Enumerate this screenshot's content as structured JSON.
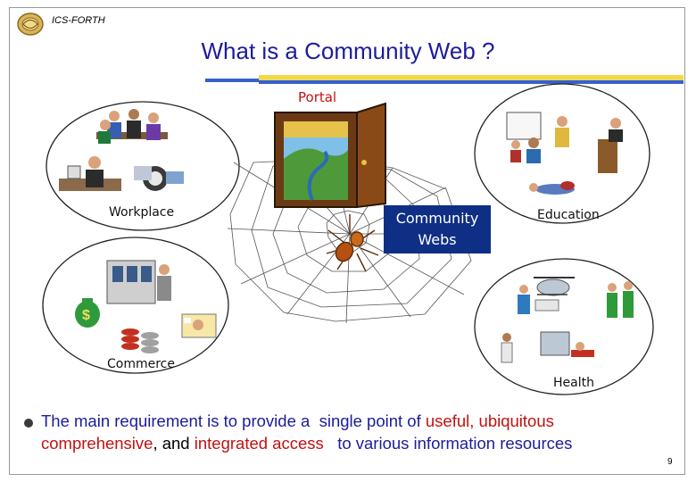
{
  "header": {
    "org": "ICS-FORTH",
    "title": "What is a Community Web ?"
  },
  "diagram": {
    "portal_label": "Portal",
    "center_line1": "Community",
    "center_line2": "Webs",
    "workplace": "Workplace",
    "education": "Education",
    "commerce": "Commerce",
    "health": "Health"
  },
  "requirement": {
    "p1": "The main requirement is to provide a",
    "p2": "single point of",
    "p3": "useful, ubiquitous",
    "p4": "comprehensive",
    "p5": ", and",
    "p6": "integrated access",
    "p7": "to various information resources"
  },
  "footer": {
    "page": "9"
  },
  "colors": {
    "title": "#1c1c9c",
    "accent_red": "#c41010",
    "center_box": "#0f2f86"
  }
}
